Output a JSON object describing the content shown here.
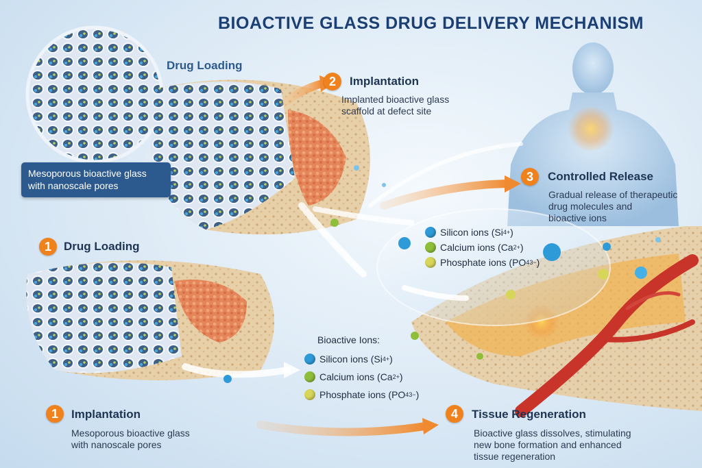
{
  "title": "BIOACTIVE GLASS DRUG DELIVERY MECHANISM",
  "colors": {
    "accent_orange": "#f0821e",
    "title_blue": "#1b3f73",
    "callout_blue": "#2d5a8e",
    "silicon": "#2f9ad8",
    "calcium": "#8fbe3a",
    "phosphate": "#d8d65a",
    "blood_vessel": "#c8332a"
  },
  "inset": {
    "label": "Drug Loading",
    "callout_line1": "Mesoporous bioactive glass",
    "callout_line2": "with nanoscale pores"
  },
  "steps": [
    {
      "number": "1",
      "title": "Drug Loading"
    },
    {
      "number": "2",
      "title": "Implantation",
      "desc_line1": "Implanted bioactive glass",
      "desc_line2": "scaffold at defect site"
    },
    {
      "number": "3",
      "title": "Controlled Release",
      "desc_line1": "Gradual release of therapeutic",
      "desc_line2": "drug molecules and",
      "desc_line3": "bioactive ions"
    },
    {
      "number": "1",
      "title": "Implantation",
      "desc_line1": "Mesoporous bioactive glass",
      "desc_line2": "with nanoscale pores"
    },
    {
      "number": "4",
      "title": "Tissue Regeneration",
      "desc_line1": "Bioactive glass dissolves, stimulating",
      "desc_line2": "new bone formation and enhanced",
      "desc_line3": "tissue regeneration"
    }
  ],
  "ions_upper": [
    {
      "name": "Silicon ions (Si",
      "sup": "4+",
      "close": ")",
      "icon": "silicon-ion-icon"
    },
    {
      "name": "Calcium ions (Ca",
      "sup": "2+",
      "close": ")",
      "icon": "calcium-ion-icon"
    },
    {
      "name": "Phosphate ions (PO",
      "sub": "4",
      "sup": "3−",
      "close": ")",
      "icon": "phosphate-ion-icon"
    }
  ],
  "ions_lower": {
    "heading": "Bioactive Ions:",
    "items": [
      {
        "name": "Silicon ions (Si",
        "sup": "4+",
        "close": ")",
        "icon": "silicon-ion-icon"
      },
      {
        "name": "Calcium ions (Ca",
        "sup": "2+",
        "close": ")",
        "icon": "calcium-ion-icon"
      },
      {
        "name": "Phosphate ions (PO",
        "sub": "4",
        "sup": "3−",
        "close": ")",
        "icon": "phosphate-ion-icon"
      }
    ]
  }
}
